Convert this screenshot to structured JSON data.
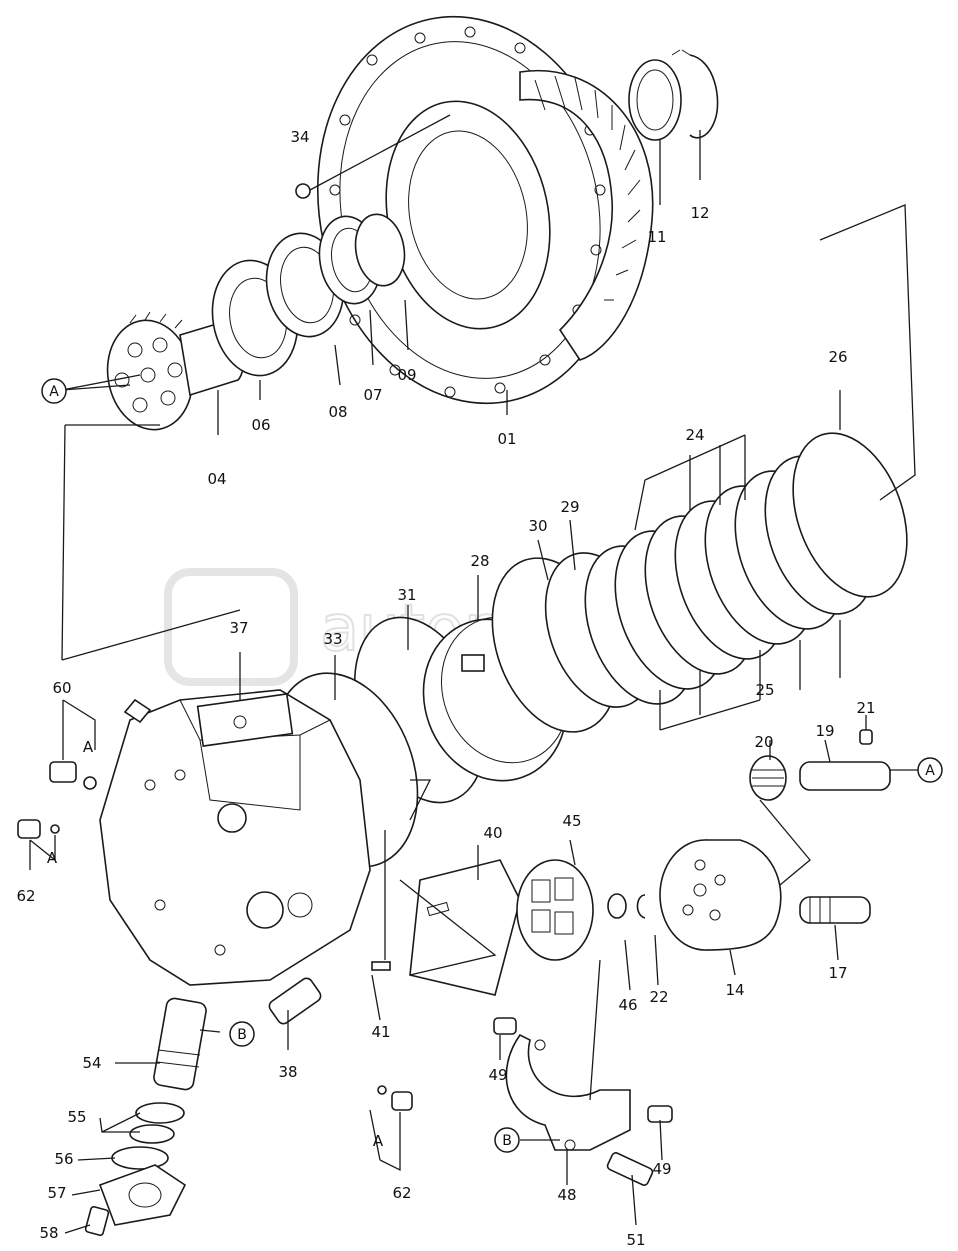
{
  "watermark": "autopiter.ru",
  "callouts": [
    {
      "id": "c01",
      "text": "01"
    },
    {
      "id": "c04",
      "text": "04"
    },
    {
      "id": "c06",
      "text": "06"
    },
    {
      "id": "c07",
      "text": "07"
    },
    {
      "id": "c08",
      "text": "08"
    },
    {
      "id": "c09",
      "text": "09"
    },
    {
      "id": "c11",
      "text": "11"
    },
    {
      "id": "c12",
      "text": "12"
    },
    {
      "id": "c14",
      "text": "14"
    },
    {
      "id": "c17",
      "text": "17"
    },
    {
      "id": "c19",
      "text": "19"
    },
    {
      "id": "c20",
      "text": "20"
    },
    {
      "id": "c21",
      "text": "21"
    },
    {
      "id": "c22",
      "text": "22"
    },
    {
      "id": "c24",
      "text": "24"
    },
    {
      "id": "c25",
      "text": "25"
    },
    {
      "id": "c26",
      "text": "26"
    },
    {
      "id": "c28",
      "text": "28"
    },
    {
      "id": "c29",
      "text": "29"
    },
    {
      "id": "c30",
      "text": "30"
    },
    {
      "id": "c31",
      "text": "31"
    },
    {
      "id": "c33",
      "text": "33"
    },
    {
      "id": "c34",
      "text": "34"
    },
    {
      "id": "c37",
      "text": "37"
    },
    {
      "id": "c38",
      "text": "38"
    },
    {
      "id": "c40",
      "text": "40"
    },
    {
      "id": "c41",
      "text": "41"
    },
    {
      "id": "c45",
      "text": "45"
    },
    {
      "id": "c46",
      "text": "46"
    },
    {
      "id": "c48",
      "text": "48"
    },
    {
      "id": "c49a",
      "text": "49"
    },
    {
      "id": "c49b",
      "text": "49"
    },
    {
      "id": "c51",
      "text": "51"
    },
    {
      "id": "c54",
      "text": "54"
    },
    {
      "id": "c55",
      "text": "55"
    },
    {
      "id": "c56",
      "text": "56"
    },
    {
      "id": "c57",
      "text": "57"
    },
    {
      "id": "c58",
      "text": "58"
    },
    {
      "id": "c60",
      "text": "60"
    },
    {
      "id": "c62a",
      "text": "62"
    },
    {
      "id": "c62b",
      "text": "62"
    }
  ],
  "ref_letters": {
    "a_small_1": "A",
    "a_small_2": "A",
    "a_small_3": "A",
    "circle_a_left": "A",
    "circle_a_right": "A",
    "circle_b_1": "B",
    "circle_b_2": "B"
  }
}
